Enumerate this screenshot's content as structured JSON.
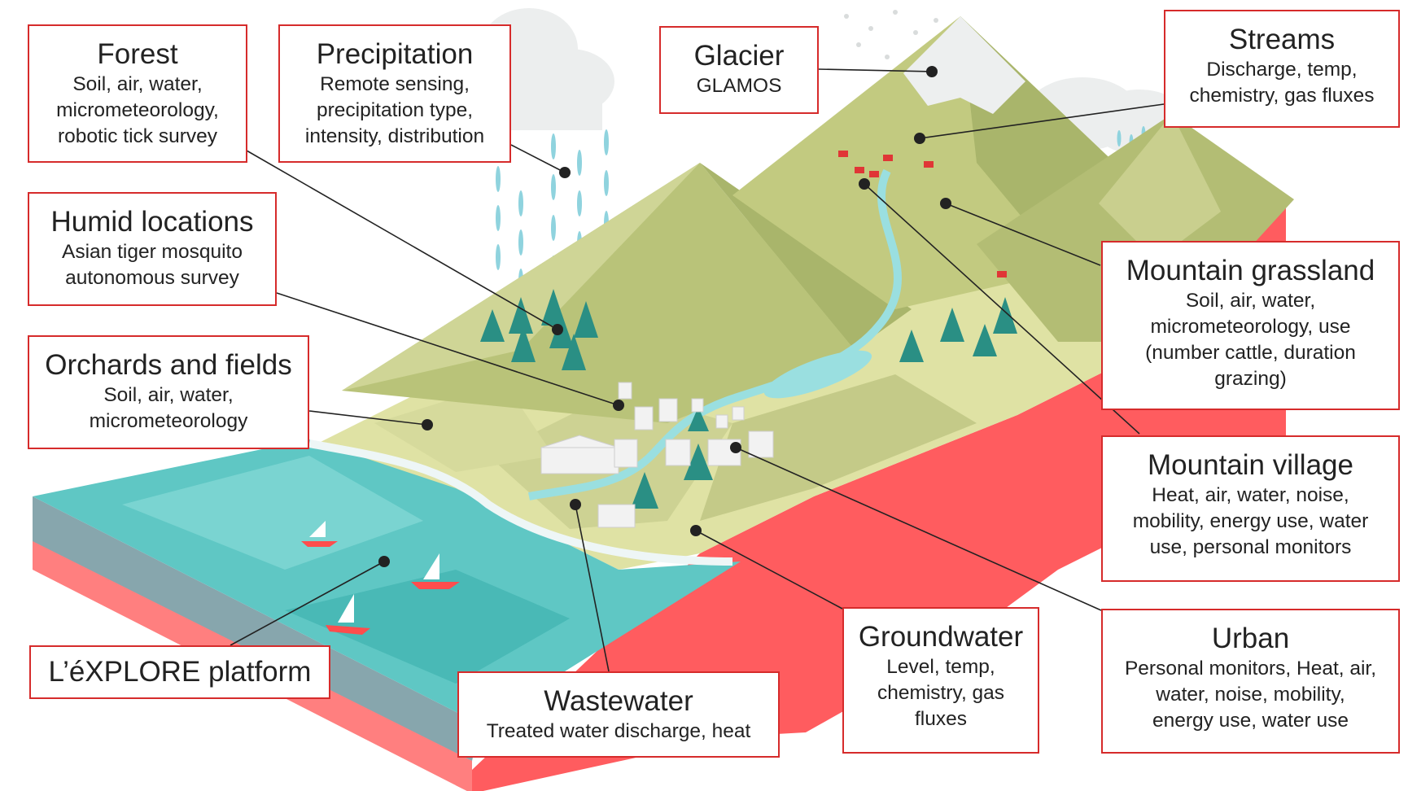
{
  "colors": {
    "label_border": "#d62b2b",
    "sea": "#5fc7c4",
    "grass_light": "#dfe2a4",
    "grass_dark": "#a9b56b",
    "earth_red": "#ff5c5f",
    "snow": "#eef0f0",
    "tree": "#2a8f84",
    "leader_line": "#222222"
  },
  "labels": [
    {
      "id": "forest",
      "title": "Forest",
      "desc": "Soil, air, water,\nmicrometeorology,\nrobotic tick survey"
    },
    {
      "id": "precipitation",
      "title": "Precipitation",
      "desc": "Remote sensing,\nprecipitation type,\nintensity, distribution"
    },
    {
      "id": "glacier",
      "title": "Glacier",
      "desc": "GLAMOS"
    },
    {
      "id": "streams",
      "title": "Streams",
      "desc": "Discharge, temp,\nchemistry, gas fluxes"
    },
    {
      "id": "humid",
      "title": "Humid locations",
      "desc": "Asian tiger mosquito\nautonomous survey"
    },
    {
      "id": "orchards",
      "title": "Orchards and fields",
      "desc": "Soil, air, water,\nmicrometeorology"
    },
    {
      "id": "grassland",
      "title": "Mountain grassland",
      "desc": "Soil, air, water,\nmicrometeorology, use\n(number cattle, duration\ngrazing)"
    },
    {
      "id": "village",
      "title": "Mountain village",
      "desc": "Heat, air, water, noise,\nmobility, energy use, water\nuse, personal monitors"
    },
    {
      "id": "urban",
      "title": "Urban",
      "desc": "Personal monitors, Heat, air,\nwater, noise, mobility,\nenergy use, water use"
    },
    {
      "id": "groundwater",
      "title": "Groundwater",
      "desc": "Level, temp,\nchemistry, gas\nfluxes"
    },
    {
      "id": "wastewater",
      "title": "Wastewater",
      "desc": "Treated water discharge, heat"
    },
    {
      "id": "explore",
      "title": "L’éXPLORE platform",
      "desc": ""
    }
  ]
}
